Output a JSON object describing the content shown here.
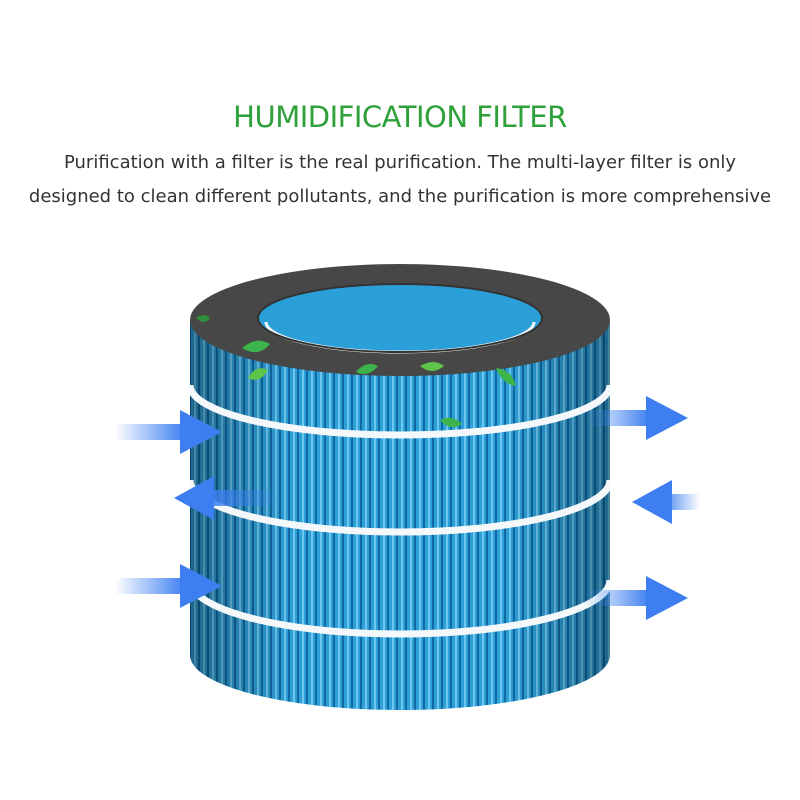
{
  "header": {
    "title": "HUMIDIFICATION FILTER",
    "description_line1": "Purification with a filter is the real purification. The multi-layer filter is only",
    "description_line2": "designed to clean different pollutants, and the purification is more comprehensive"
  },
  "colors": {
    "title_green": "#2fa13a",
    "filter_blue": "#2a9fd8",
    "filter_dark_blue": "#1572a8",
    "top_ring_gray": "#4a4a4a",
    "arrow_blue": "#3d7ff0",
    "leaf_green": "#3cb44b"
  },
  "image": {
    "subject": "cylindrical-pleated-filter",
    "icons": [
      "airflow-arrow-icon",
      "leaf-icon"
    ]
  }
}
